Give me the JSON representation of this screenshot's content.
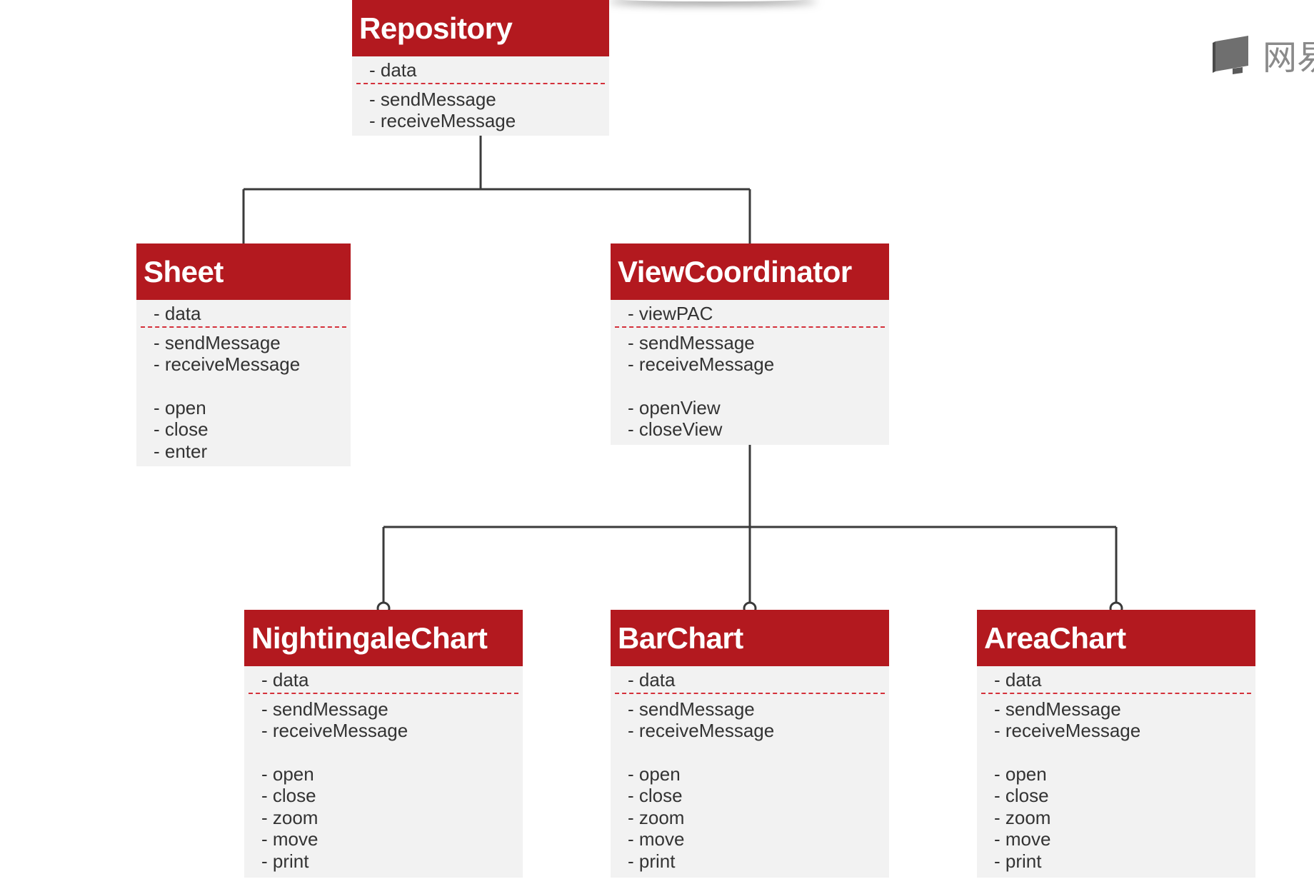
{
  "classes": {
    "repository": {
      "name": "Repository",
      "attributes": [
        "- data"
      ],
      "methods": [
        "- sendMessage",
        "- receiveMessage"
      ]
    },
    "sheet": {
      "name": "Sheet",
      "attributes": [
        "- data"
      ],
      "methods": [
        "- sendMessage",
        "- receiveMessage"
      ],
      "actions": [
        "- open",
        "- close",
        "- enter"
      ]
    },
    "view_coordinator": {
      "name": "ViewCoordinator",
      "attributes": [
        "- viewPAC"
      ],
      "methods": [
        "- sendMessage",
        "- receiveMessage"
      ],
      "actions": [
        "- openView",
        "- closeView"
      ]
    },
    "nightingale_chart": {
      "name": "NightingaleChart",
      "attributes": [
        "- data"
      ],
      "methods": [
        "- sendMessage",
        "- receiveMessage"
      ],
      "actions": [
        "- open",
        "- close",
        "- zoom",
        "- move",
        "- print"
      ]
    },
    "bar_chart": {
      "name": "BarChart",
      "attributes": [
        "- data"
      ],
      "methods": [
        "- sendMessage",
        "- receiveMessage"
      ],
      "actions": [
        "- open",
        "- close",
        "- zoom",
        "- move",
        "- print"
      ]
    },
    "area_chart": {
      "name": "AreaChart",
      "attributes": [
        "- data"
      ],
      "methods": [
        "- sendMessage",
        "- receiveMessage"
      ],
      "actions": [
        "- open",
        "- close",
        "- zoom",
        "- move",
        "- print"
      ]
    }
  },
  "watermark": {
    "text": "网易",
    "icon": "book-icon"
  },
  "colors": {
    "header": "#b3191f",
    "body": "#f2f2f2",
    "separator": "#d4303a",
    "connector": "#3a3a3a"
  }
}
